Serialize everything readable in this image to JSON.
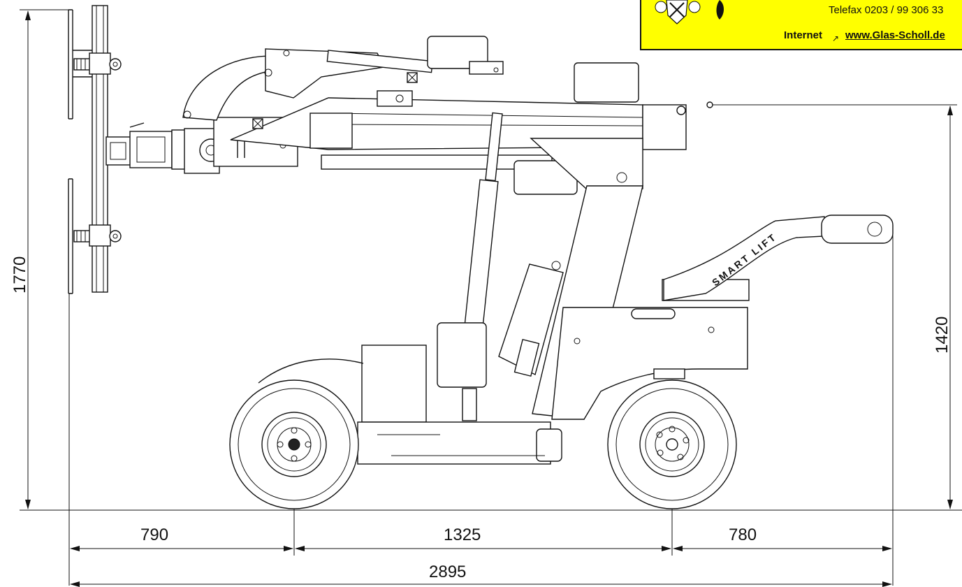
{
  "dimensions": {
    "total_height": "1770",
    "handle_height": "1420",
    "front_overhang": "790",
    "wheelbase": "1325",
    "rear_overhang": "780",
    "total_length": "2895"
  },
  "branding": {
    "machine_name": "SMART LIFT",
    "fax": "Telefax  0203 / 99 306 33",
    "web_label": "Internet",
    "web_url": "www.Glas-Scholl.de"
  },
  "colors": {
    "logo_background": "#ffff00",
    "ink": "#111111"
  }
}
